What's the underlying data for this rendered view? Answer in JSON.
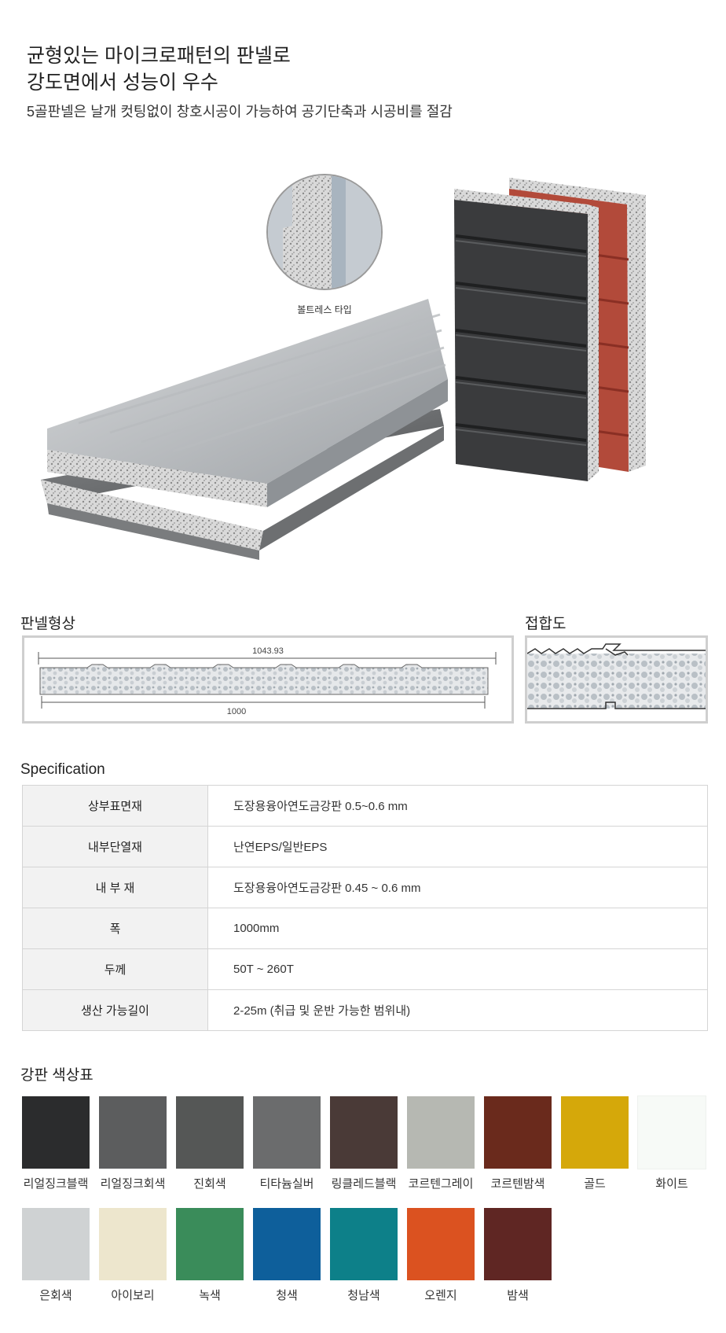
{
  "header": {
    "title_line1": "균형있는 마이크로패턴의 판넬로",
    "title_line2": "강도면에서 성능이 우수",
    "subtitle": "5골판넬은 날개 컷팅없이 창호시공이 가능하여 공기단축과 시공비를 절감"
  },
  "hero": {
    "callout_label": "볼트레스 타입"
  },
  "panel_shape": {
    "label": "판넬형상",
    "dim_top": "1043.93",
    "dim_bottom": "1000"
  },
  "joint": {
    "label": "접합도"
  },
  "spec": {
    "title": "Specification",
    "rows": [
      {
        "key": "상부표면재",
        "value": "도장용융아연도금강판 0.5~0.6 mm"
      },
      {
        "key": "내부단열재",
        "value": "난연EPS/일반EPS"
      },
      {
        "key": "내 부 재",
        "value": "도장용융아연도금강판 0.45 ~ 0.6 mm"
      },
      {
        "key": "폭",
        "value": "1000mm"
      },
      {
        "key": "두께",
        "value": "50T ~ 260T"
      },
      {
        "key": "생산 가능길이",
        "value": "2-25m (취급 및 운반 가능한 범위내)"
      }
    ]
  },
  "colors": {
    "title": "강판 색상표",
    "swatches": [
      {
        "name": "리얼징크블랙",
        "color": "#2b2c2d"
      },
      {
        "name": "리얼징크회색",
        "color": "#5c5d5e"
      },
      {
        "name": "진회색",
        "color": "#555756"
      },
      {
        "name": "티타늄실버",
        "color": "#6b6c6d"
      },
      {
        "name": "링클레드블랙",
        "color": "#4a3a37"
      },
      {
        "name": "코르텐그레이",
        "color": "#b6b8b2"
      },
      {
        "name": "코르텐밤색",
        "color": "#6a2a1c"
      },
      {
        "name": "골드",
        "color": "#d5a80a"
      },
      {
        "name": "화이트",
        "color": "#f7faf7"
      },
      {
        "name": "은회색",
        "color": "#cfd2d3"
      },
      {
        "name": "아이보리",
        "color": "#ede6cd"
      },
      {
        "name": "녹색",
        "color": "#3a8c5a"
      },
      {
        "name": "청색",
        "color": "#0e5f9b"
      },
      {
        "name": "청남색",
        "color": "#0d8089"
      },
      {
        "name": "오렌지",
        "color": "#db5220"
      },
      {
        "name": "밤색",
        "color": "#5f2623"
      }
    ]
  }
}
